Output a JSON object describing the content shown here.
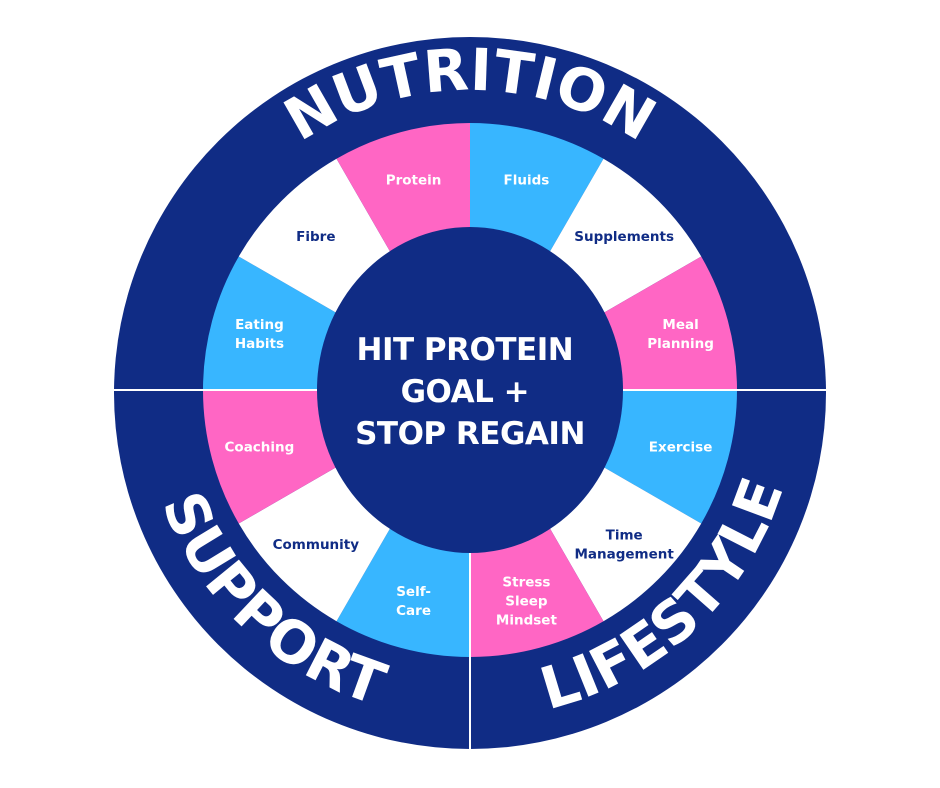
{
  "colors": {
    "navy": "#102C85",
    "pink": "#FF66C4",
    "blue": "#38B6FF",
    "white": "#FFFFFF",
    "divider": "#FFFFFF"
  },
  "center": {
    "lines": [
      "HIT PROTEIN",
      "GOAL +",
      "STOP REGAIN"
    ]
  },
  "quadrants": [
    {
      "id": "nutrition",
      "label": "NUTRITION"
    },
    {
      "id": "support",
      "label": "SUPPORT"
    },
    {
      "id": "lifestyle",
      "label": "LIFESTYLE"
    }
  ],
  "segments": [
    {
      "label_lines": [
        "Fluids"
      ],
      "fill": "blue",
      "text_color": "white"
    },
    {
      "label_lines": [
        "Supplements"
      ],
      "fill": "white",
      "text_color": "navy"
    },
    {
      "label_lines": [
        "Meal",
        "Planning"
      ],
      "fill": "pink",
      "text_color": "white"
    },
    {
      "label_lines": [
        "Exercise"
      ],
      "fill": "blue",
      "text_color": "white"
    },
    {
      "label_lines": [
        "Time",
        "Management"
      ],
      "fill": "white",
      "text_color": "navy"
    },
    {
      "label_lines": [
        "Stress",
        "Sleep",
        "Mindset"
      ],
      "fill": "pink",
      "text_color": "white"
    },
    {
      "label_lines": [
        "Self-",
        "Care"
      ],
      "fill": "blue",
      "text_color": "white"
    },
    {
      "label_lines": [
        "Community"
      ],
      "fill": "white",
      "text_color": "navy"
    },
    {
      "label_lines": [
        "Coaching"
      ],
      "fill": "pink",
      "text_color": "white"
    },
    {
      "label_lines": [
        "Eating",
        "Habits"
      ],
      "fill": "blue",
      "text_color": "white"
    },
    {
      "label_lines": [
        "Fibre"
      ],
      "fill": "white",
      "text_color": "navy"
    },
    {
      "label_lines": [
        "Protein"
      ],
      "fill": "pink",
      "text_color": "white"
    }
  ]
}
